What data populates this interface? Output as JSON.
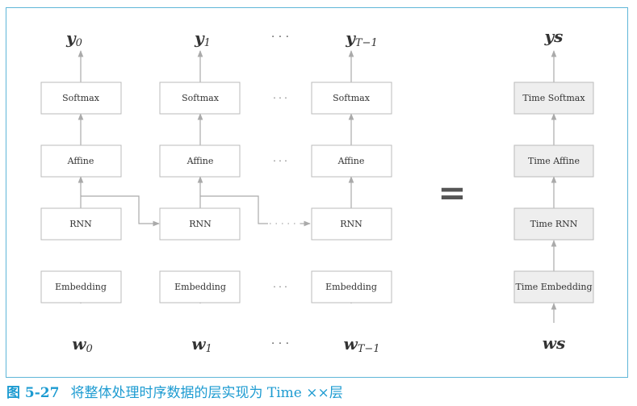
{
  "columns": [
    {
      "layers": [
        "Softmax",
        "Affine",
        "RNN",
        "Embedding"
      ],
      "output": {
        "base": "y",
        "sub": "0"
      },
      "input": {
        "base": "w",
        "sub": "0"
      }
    },
    {
      "layers": [
        "Softmax",
        "Affine",
        "RNN",
        "Embedding"
      ],
      "output": {
        "base": "y",
        "sub": "1"
      },
      "input": {
        "base": "w",
        "sub": "1"
      }
    },
    {
      "layers": [
        "Softmax",
        "Affine",
        "RNN",
        "Embedding"
      ],
      "output": {
        "base": "y",
        "sub": "T−1"
      },
      "input": {
        "base": "w",
        "sub": "T−1"
      }
    }
  ],
  "ellipsis": "· · ·",
  "equals": "=",
  "time_column": {
    "layers": [
      "Time Softmax",
      "Time Affine",
      "Time RNN",
      "Time Embedding"
    ],
    "output": "ys",
    "input": "ws"
  },
  "caption": {
    "number": "图 5-27",
    "text": "将整体处理时序数据的层实现为 Time ××层"
  },
  "colors": {
    "frame": "#5fb6d8",
    "caption": "#1d9bd1",
    "arrow": "#aaaaaa",
    "box_border": "#bbbbbb",
    "time_box_fill": "#eeeeee"
  }
}
